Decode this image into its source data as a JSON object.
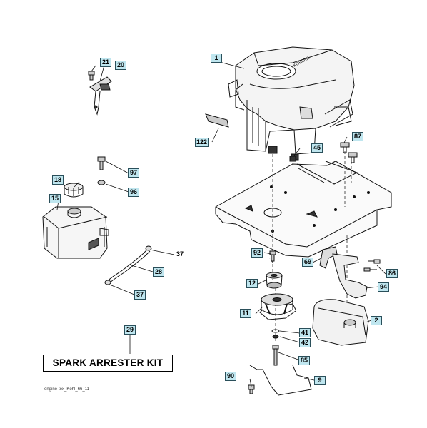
{
  "diagram": {
    "kit_label": "SPARK ARRESTER KIT",
    "doc_code": "engine-tex_Kohl_66_11",
    "callouts": {
      "c1": "1",
      "c2": "2",
      "c9": "9",
      "c11": "11",
      "c12": "12",
      "c15": "15",
      "c18": "18",
      "c20": "20",
      "c21": "21",
      "c28": "28",
      "c29": "29",
      "c37a": "37",
      "c37b": "37",
      "c41": "41",
      "c42": "42",
      "c45": "45",
      "c69": "69",
      "c85": "85",
      "c86": "86",
      "c87": "87",
      "c90": "90",
      "c92": "92",
      "c94": "94",
      "c96": "96",
      "c97": "97",
      "c122": "122"
    }
  }
}
